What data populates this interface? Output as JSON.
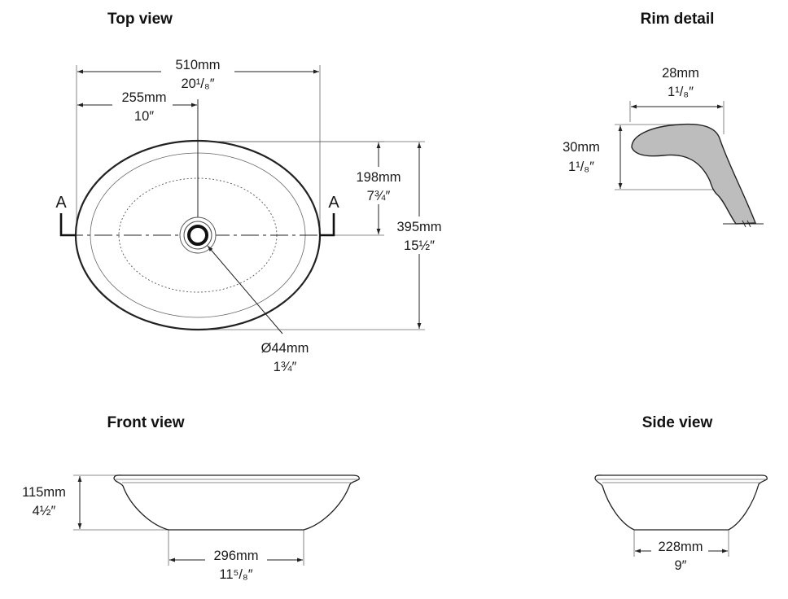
{
  "views": {
    "top": {
      "title": "Top view",
      "width": {
        "mm": "510mm",
        "in": "20¹/₈″"
      },
      "half_width": {
        "mm": "255mm",
        "in": "10″"
      },
      "half_depth": {
        "mm": "198mm",
        "in": "7¾″"
      },
      "depth": {
        "mm": "395mm",
        "in": "15½″"
      },
      "drain": {
        "mm": "Ø44mm",
        "in": "1¾″"
      },
      "section_label": "A"
    },
    "rim": {
      "title": "Rim detail",
      "width": {
        "mm": "28mm",
        "in": "1¹/₈″"
      },
      "height": {
        "mm": "30mm",
        "in": "1¹/₈″"
      }
    },
    "front": {
      "title": "Front view",
      "height": {
        "mm": "115mm",
        "in": "4½″"
      },
      "base": {
        "mm": "296mm",
        "in": "11⁵/₈″"
      }
    },
    "side": {
      "title": "Side view",
      "base": {
        "mm": "228mm",
        "in": "9″"
      }
    }
  }
}
